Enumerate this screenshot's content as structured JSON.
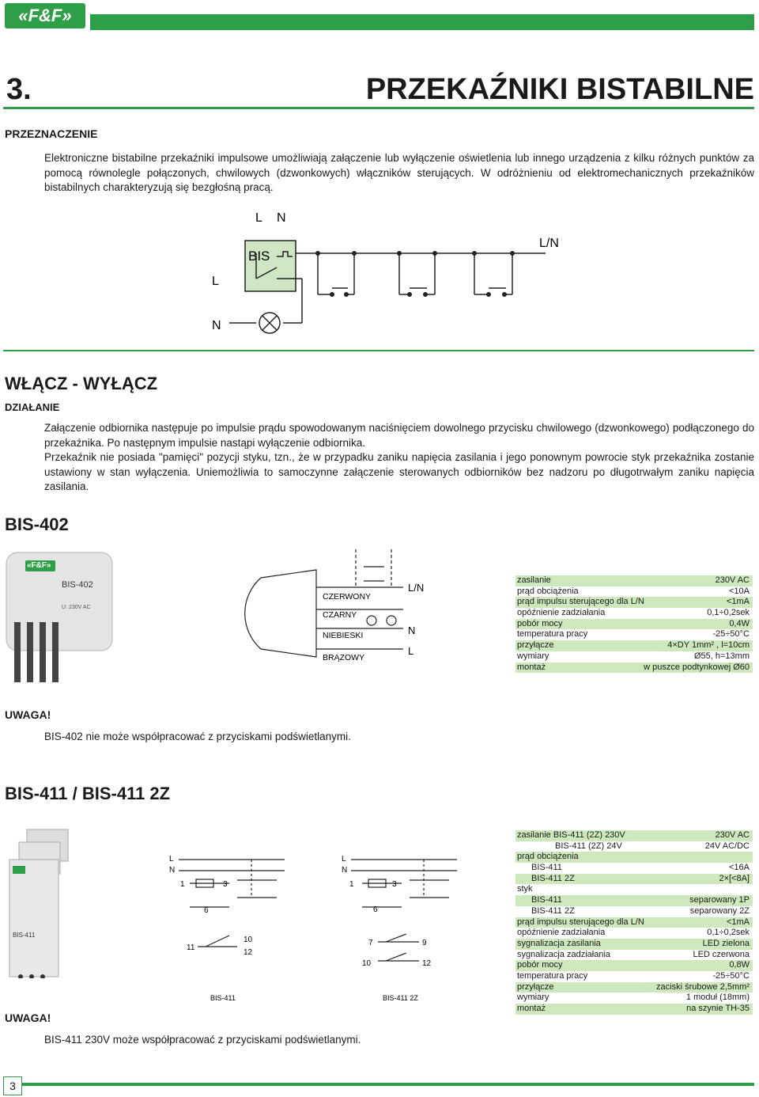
{
  "header": {
    "logo": "«F&F»"
  },
  "section": {
    "number": "3.",
    "title": "PRZEKAŹNIKI BISTABILNE"
  },
  "purpose": {
    "heading": "PRZEZNACZENIE",
    "text": "Elektroniczne bistabilne przekaźniki impulsowe umożliwiają załączenie lub wyłączenie oświetlenia lub innego urządzenia z kilku różnych punktów za pomocą równolegle połączonych, chwilowych (dzwonkowych) włączników sterujących. W odróżnieniu od elektromechanicznych przekaźników bistabilnych charakteryzują się bezgłośną pracą."
  },
  "diagram1": {
    "L_top": "L",
    "N_top": "N",
    "LN": "L/N",
    "bis": "BIS",
    "L_left": "L",
    "N_left": "N"
  },
  "function": {
    "heading": "WŁĄCZ - WYŁĄCZ",
    "subheading": "DZIAŁANIE",
    "p1": "Załączenie odbiornika następuje po impulsie prądu spowodowanym naciśnięciem dowolnego przycisku chwilowego (dzwonkowego) podłączonego do przekaźnika. Po następnym impulsie nastąpi wyłączenie odbiornika.",
    "p2": "Przekaźnik nie posiada \"pamięci\" pozycji styku, tzn., że w przypadku zaniku napięcia zasilania i jego ponownym powrocie styk przekaźnika zostanie ustawiony w stan wyłączenia. Uniemożliwia to samoczynne załączenie sterowanych odbiorników bez nadzoru po długotrwałym zaniku napięcia zasilania."
  },
  "bis402": {
    "title": "BIS-402",
    "device_logo": "«F&F»",
    "device_label": "BIS-402",
    "device_specs": "U: 230V AC",
    "wires": {
      "czerwony": "CZERWONY",
      "czarny": "CZARNY",
      "niebieski": "NIEBIESKI",
      "brazowy": "BRĄZOWY",
      "LN": "L/N",
      "N": "N",
      "L": "L"
    },
    "specs": [
      {
        "k": "zasilanie",
        "v": "230V AC"
      },
      {
        "k": "prąd obciążenia",
        "v": "<10A"
      },
      {
        "k": "prąd impulsu sterującego dla L/N",
        "v": "<1mA"
      },
      {
        "k": "opóźnienie zadziałania",
        "v": "0,1÷0,2sek"
      },
      {
        "k": "pobór mocy",
        "v": "0,4W"
      },
      {
        "k": "temperatura pracy",
        "v": "-25÷50°C"
      },
      {
        "k": "przyłącze",
        "v": "4×DY 1mm² , l=10cm"
      },
      {
        "k": "wymiary",
        "v": "Ø55, h=13mm"
      },
      {
        "k": "montaż",
        "v": "w puszce podtynkowej Ø60"
      }
    ],
    "warning_heading": "UWAGA!",
    "warning_text": "BIS-402 nie może współpracować z przyciskami podświetlanymi."
  },
  "bis411": {
    "title": "BIS-411 / BIS-411 2Z",
    "device_label": "BIS-411",
    "diagram_a": {
      "L": "L",
      "N": "N",
      "t1": "1",
      "t3": "3",
      "t6": "6",
      "t10": "10",
      "t11": "11",
      "t12": "12",
      "caption": "BIS-411"
    },
    "diagram_b": {
      "L": "L",
      "N": "N",
      "t1": "1",
      "t3": "3",
      "t6": "6",
      "t7": "7",
      "t9": "9",
      "t10": "10",
      "t12": "12",
      "caption": "BIS-411 2Z"
    },
    "specs": [
      {
        "k": "zasilanie  BIS-411 (2Z) 230V",
        "v": "230V AC",
        "ind": false
      },
      {
        "k": "BIS-411 (2Z) 24V",
        "v": "24V AC/DC",
        "ind": true,
        "deep": true
      },
      {
        "k": "prąd obciążenia",
        "v": "",
        "ind": false
      },
      {
        "k": "BIS-411",
        "v": "<16A",
        "ind": true
      },
      {
        "k": "BIS-411 2Z",
        "v": "2×[<8A]",
        "ind": true
      },
      {
        "k": "styk",
        "v": "",
        "ind": false
      },
      {
        "k": "BIS-411",
        "v": "separowany 1P",
        "ind": true
      },
      {
        "k": "BIS-411 2Z",
        "v": "separowany 2Z",
        "ind": true
      },
      {
        "k": "prąd impulsu sterującego dla L/N",
        "v": "<1mA",
        "ind": false
      },
      {
        "k": "opóźnienie zadziałania",
        "v": "0,1÷0,2sek",
        "ind": false
      },
      {
        "k": "sygnalizacja zasilania",
        "v": "LED zielona",
        "ind": false
      },
      {
        "k": "sygnalizacja zadziałania",
        "v": "LED czerwona",
        "ind": false
      },
      {
        "k": "pobór mocy",
        "v": "0,8W",
        "ind": false
      },
      {
        "k": "temperatura pracy",
        "v": "-25÷50°C",
        "ind": false
      },
      {
        "k": "przyłącze",
        "v": "zaciski śrubowe 2,5mm²",
        "ind": false
      },
      {
        "k": "wymiary",
        "v": "1 moduł (18mm)",
        "ind": false
      },
      {
        "k": "montaż",
        "v": "na szynie TH-35",
        "ind": false
      }
    ],
    "warning_heading": "UWAGA!",
    "warning_text": "BIS-411 230V może współpracować z przyciskami podświetlanymi."
  },
  "footer": {
    "page": "3"
  }
}
